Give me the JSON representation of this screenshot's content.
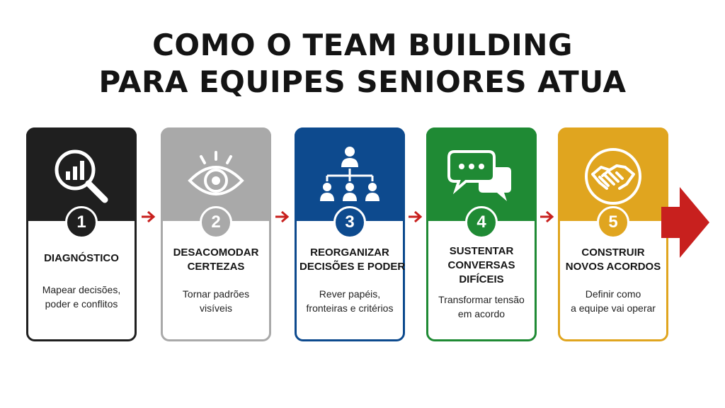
{
  "title": {
    "line1": "COMO O TEAM BUILDING",
    "line2": "PARA EQUIPES SENIORES ATUA"
  },
  "colors": {
    "step1": "#1f1f1f",
    "step2": "#a9a9a9",
    "step3": "#0d4a8e",
    "step4": "#1f8a34",
    "step5": "#e0a51f",
    "arrow": "#c8201e"
  },
  "steps": [
    {
      "number": "1",
      "icon": "magnifier-chart-icon",
      "heading": [
        "DIAGNÓSTICO"
      ],
      "description": [
        "Mapear decisões,",
        "poder e conflitos"
      ]
    },
    {
      "number": "2",
      "icon": "eye-icon",
      "heading": [
        "DESACOMODAR",
        "CERTEZAS"
      ],
      "description": [
        "Tornar padrões",
        "visíveis"
      ]
    },
    {
      "number": "3",
      "icon": "org-chart-icon",
      "heading": [
        "REORGANIZAR",
        "DECISÕES E PODER"
      ],
      "description": [
        "Rever papéis,",
        "fronteiras e critérios"
      ]
    },
    {
      "number": "4",
      "icon": "chat-bubbles-icon",
      "heading": [
        "SUSTENTAR",
        "CONVERSAS",
        "DIFÍCEIS"
      ],
      "description": [
        "Transformar tensão",
        "em acordo"
      ]
    },
    {
      "number": "5",
      "icon": "handshake-icon",
      "heading": [
        "CONSTRUIR",
        "NOVOS ACORDOS"
      ],
      "description": [
        "Definir como",
        "a equipe vai operar"
      ]
    }
  ]
}
